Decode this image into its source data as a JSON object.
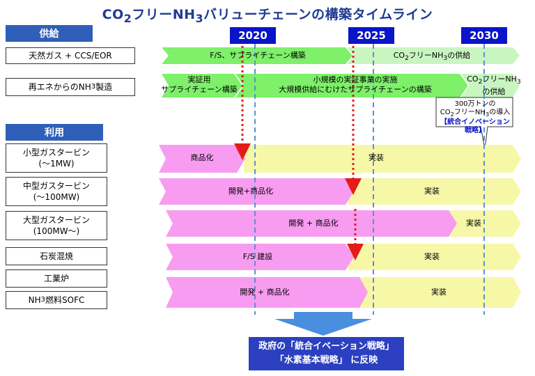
{
  "title": "CO2フリーNH3バリューチェーンの構築タイムライン",
  "sections": {
    "supply": "供給",
    "usage": "利用"
  },
  "years": [
    "2020",
    "2025",
    "2030"
  ],
  "supply_rows": [
    "天然ガス + CCS/EOR",
    "再エネからのNH3製造"
  ],
  "usage_rows": [
    "小型ガスタービン",
    "(〜1MW)",
    "中型ガスタービン",
    "(〜100MW)",
    "大型ガスタービン",
    "(100MW〜)",
    "石炭混焼",
    "工業炉",
    "NH3燃料SOFC"
  ],
  "bars": {
    "ng_fs": "F/S、サプライチェーン構築",
    "ng_supply": "CO2フリーNH3の供給",
    "re_demo1": "実証用",
    "re_demo2": "サプライチェーン構築",
    "re_small1": "小規模の実証事業の実施",
    "re_small2": "大規模供給にむけたサプライチェーンの構築",
    "re_supply1": "CO2フリーNH3",
    "re_supply2": "の供給",
    "sgt_a": "商品化",
    "sgt_b": "実装",
    "mgt_a": "開発+商品化",
    "mgt_b": "実装",
    "lgt_a": "開発 + 商品化",
    "lgt_b": "実装",
    "coal_a": "F/S 建設",
    "coal_b": "実装",
    "sofc_a": "開発 + 商品化",
    "sofc_b": "実装"
  },
  "callout": {
    "line1": "300万トンの",
    "line2": "CO2フリーNH3の導入",
    "line3": "【統合イノベーション戦略】"
  },
  "bottom": {
    "line1": "政府の「統合イベーション戦略」",
    "line2": "「水素基本戦略」 に反映"
  },
  "colors": {
    "green": "#7ef06a",
    "lightgreen": "#c8f5c0",
    "pink": "#f79cf0",
    "yellow": "#f7f7a8",
    "blue": "#0a14c8",
    "red": "#e41b1b",
    "dash": "#5a8fd0"
  }
}
